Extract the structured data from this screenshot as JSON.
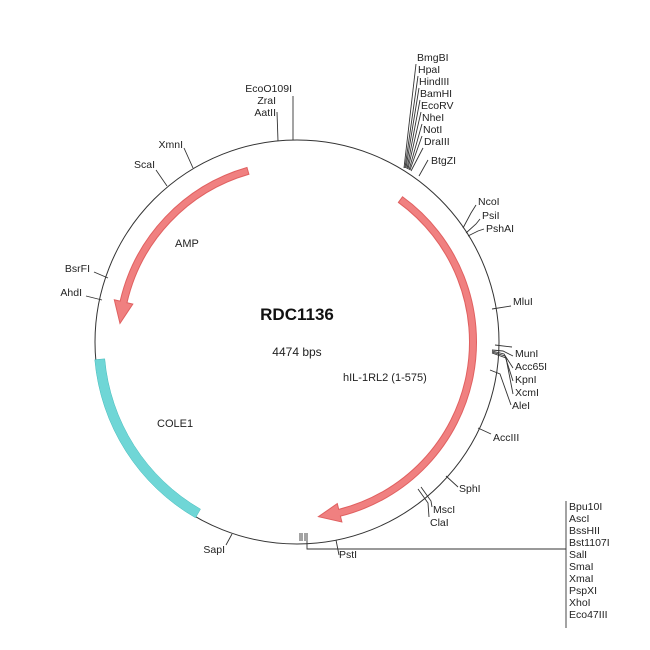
{
  "plasmid": {
    "name": "RDC1136",
    "size": "4474 bps"
  },
  "colors": {
    "gene_arrow": "#e06060",
    "gene_fill": "#f08080",
    "ori": "#6fd6d6",
    "backbone": "#333333"
  },
  "features": [
    {
      "label": "AMP",
      "type": "gene"
    },
    {
      "label": "hIL-1RL2 (1-575)",
      "type": "gene"
    },
    {
      "label": "COLE1",
      "type": "origin"
    }
  ],
  "sites": {
    "top_cluster": [
      "BmgBI",
      "HpaI",
      "HindIII",
      "BamHI",
      "EcoRV",
      "NheI",
      "NotI",
      "DraIII",
      "BtgZI"
    ],
    "top_left": [
      "EcoO109I",
      "ZraI",
      "AatII"
    ],
    "left": [
      "XmnI",
      "ScaI",
      "BsrFI",
      "AhdI"
    ],
    "right_upper": [
      "NcoI",
      "PsiI",
      "PshAI"
    ],
    "right": [
      "MluI",
      "MunI",
      "Acc65I",
      "KpnI",
      "XcmI",
      "AleI",
      "AccIII",
      "SphI",
      "MscI",
      "ClaI"
    ],
    "bottom": [
      "SapI",
      "PstI"
    ],
    "bottom_right_cluster": [
      "Bpu10I",
      "AscI",
      "BssHII",
      "Bst1107I",
      "SalI",
      "SmaI",
      "XmaI",
      "PspXI",
      "XhoI",
      "Eco47III"
    ]
  }
}
